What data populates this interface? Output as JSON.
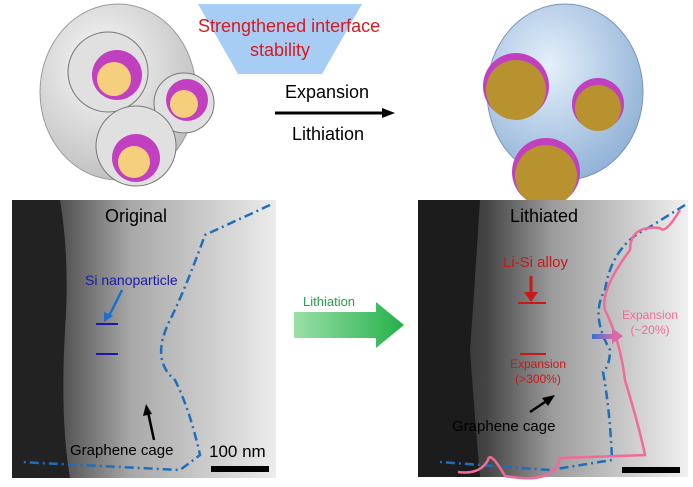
{
  "banner": {
    "line1": "Strengthened interface",
    "line2": "stability"
  },
  "process": {
    "top": "Expansion",
    "bottom": "Lithiation"
  },
  "left_panel": {
    "title": "Original",
    "si_label": "Si nanoparticle",
    "cage_label": "Graphene cage",
    "scale_label": "100 nm"
  },
  "middle_arrow": {
    "label": "Lithiation"
  },
  "right_panel": {
    "title": "Lithiated",
    "alloy_label": "Li-Si alloy",
    "inner_exp_1": "Expansion",
    "inner_exp_2": "(>300%)",
    "outer_exp_1": "Expansion",
    "outer_exp_2": "(~20%)",
    "cage_label": "Graphene cage"
  },
  "colors": {
    "red": "#d71920",
    "blue_text": "#1a1aa6",
    "pink": "#f06a9a",
    "dashed": "#1f6fb8",
    "banner": "#a8cdf5",
    "green": "#3cc060"
  }
}
